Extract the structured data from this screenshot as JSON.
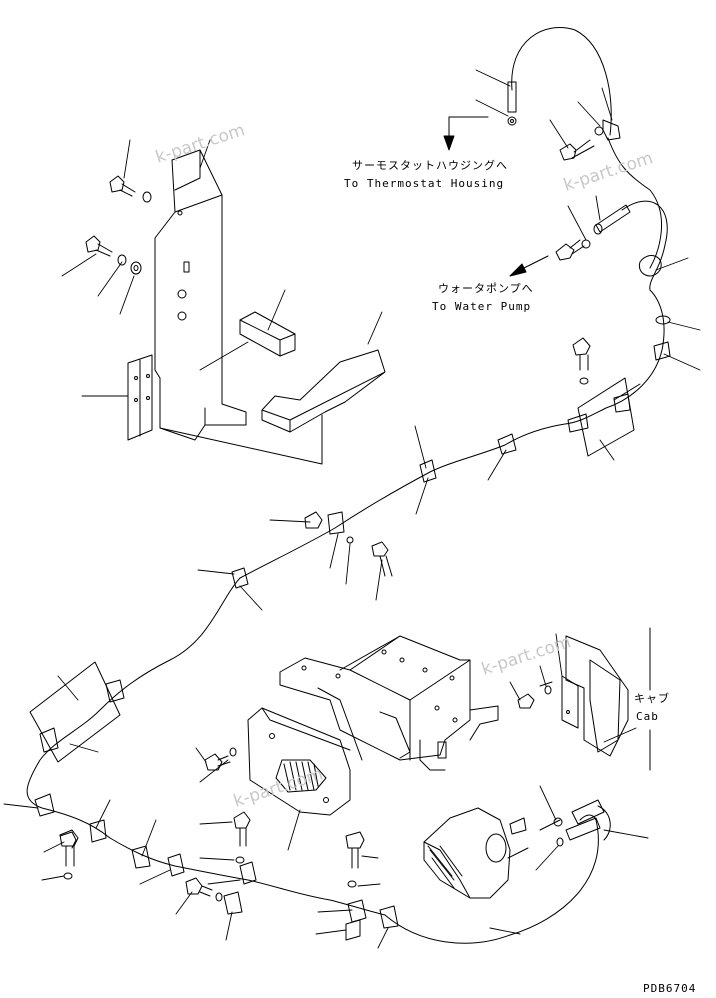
{
  "labels": {
    "thermostat_jp": "サーモスタットハウジングへ",
    "thermostat_en": "To Thermostat Housing",
    "waterpump_jp": "ウォータポンプへ",
    "waterpump_en": "To Water Pump",
    "cab_jp": "キャブ",
    "cab_en": "Cab",
    "drawing_code": "PDB6704"
  },
  "watermarks": [
    "k-part.com",
    "k-part.com",
    "k-part.com",
    "k-part.com"
  ]
}
